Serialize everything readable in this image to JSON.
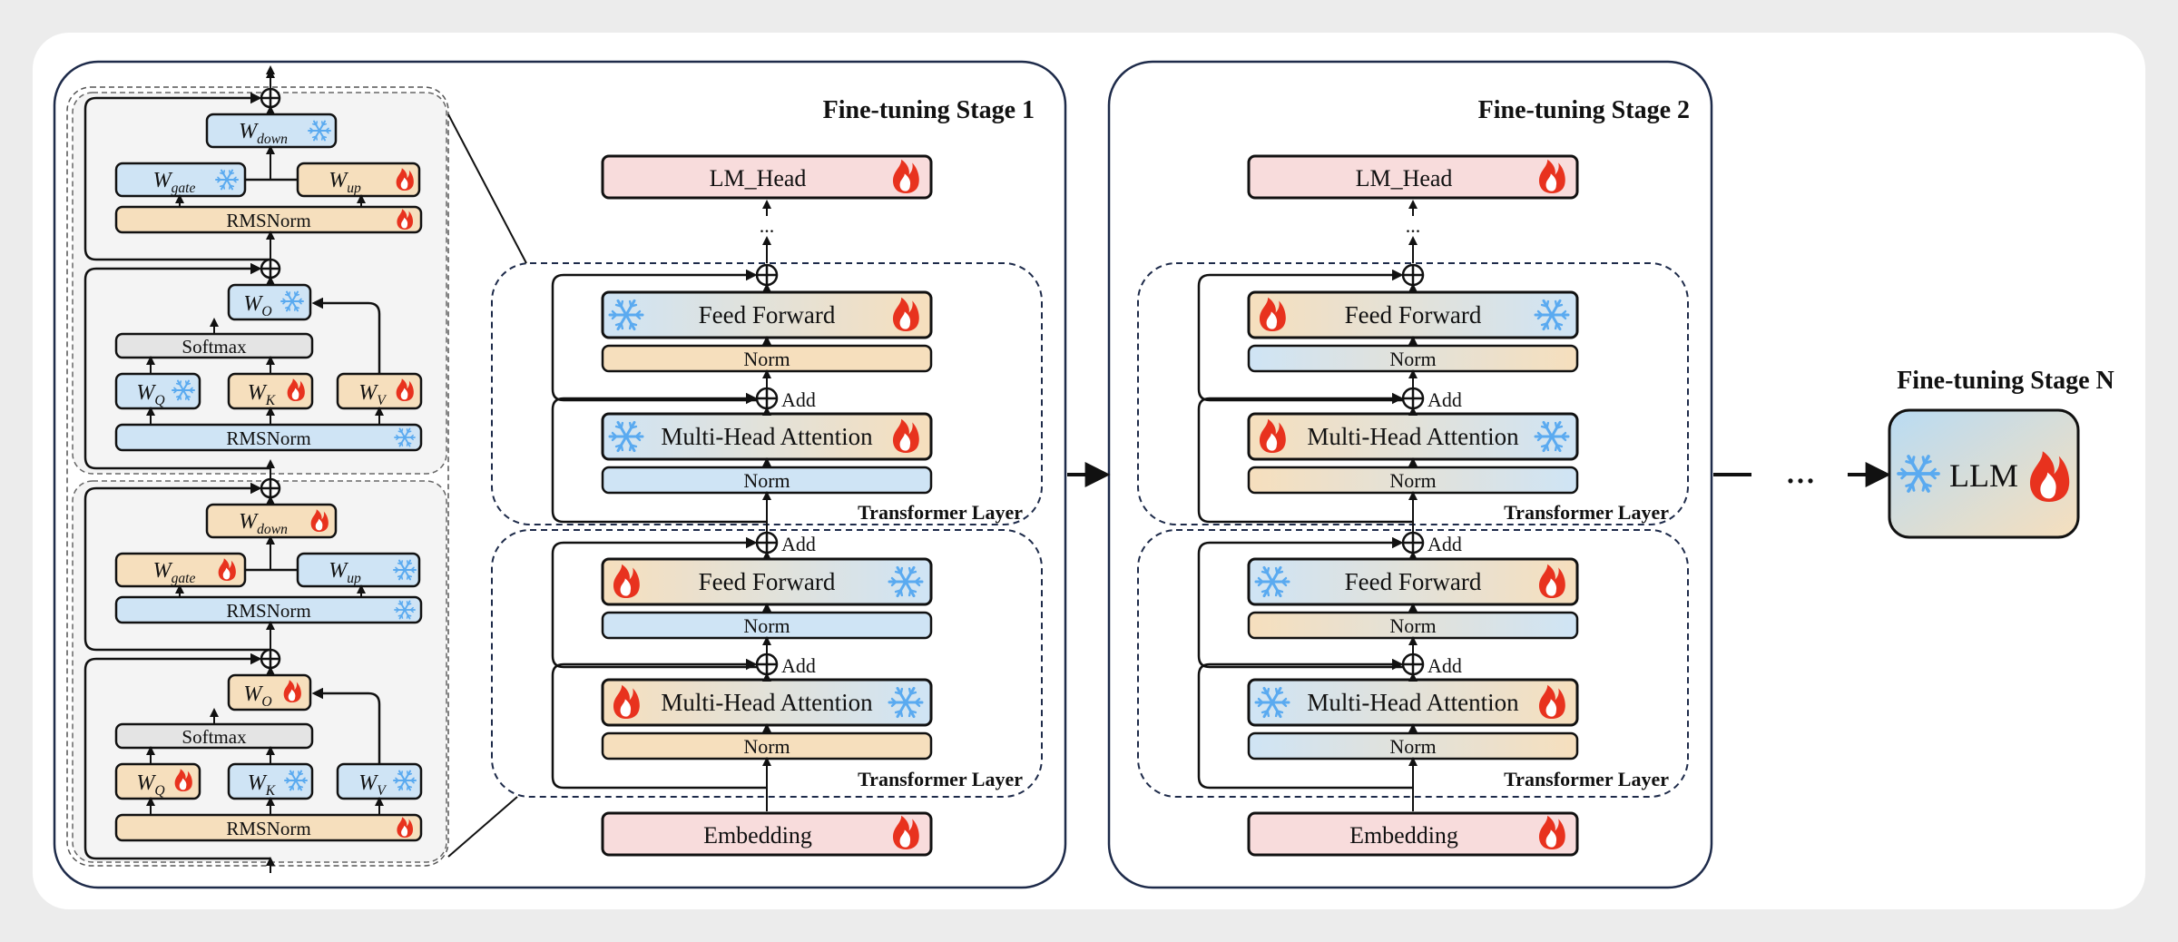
{
  "stages": {
    "s1_title": "Fine-tuning Stage 1",
    "s2_title": "Fine-tuning Stage 2",
    "sn_title": "Fine-tuning Stage N"
  },
  "blocks": {
    "lm_head": "LM_Head",
    "embedding": "Embedding",
    "feed_forward": "Feed Forward",
    "mha": "Multi-Head Attention",
    "norm": "Norm",
    "add": "Add",
    "layer": "Transformer Layer",
    "dots": "...",
    "llm": "LLM",
    "rmsnorm": "RMSNorm",
    "softmax": "Softmax"
  },
  "weights": {
    "w": "W",
    "down": "down",
    "up": "up",
    "gate": "gate",
    "q": "Q",
    "k": "K",
    "v": "V",
    "o": "O"
  },
  "icons": {
    "fire": "fire-icon",
    "snow": "snowflake-icon"
  },
  "colors": {
    "pink": "#f8dcdc",
    "orange": "#f6dfbd",
    "blue": "#cfe4f5",
    "gray": "#e4e4e4",
    "border": "#1e2b4a",
    "fire": "#e8321e",
    "snow": "#5aaaf0"
  }
}
